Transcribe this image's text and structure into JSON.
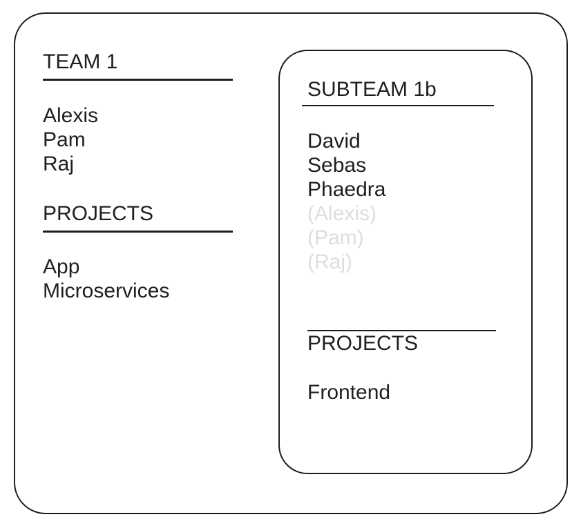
{
  "team_panel": {
    "team_heading": "TEAM 1",
    "members": [
      "Alexis",
      "Pam",
      "Raj"
    ],
    "projects_heading": "PROJECTS",
    "projects": [
      "App",
      "Microservices"
    ]
  },
  "subteam_panel": {
    "heading": "SUBTEAM 1b",
    "members": [
      "David",
      "Sebas",
      "Phaedra"
    ],
    "inherited_members": [
      "(Alexis)",
      "(Pam)",
      "(Raj)"
    ],
    "projects_heading": "PROJECTS",
    "projects": [
      "Frontend"
    ]
  },
  "colors": {
    "line_color": "#1d1d1d",
    "text_color": "#1f1f1f",
    "inherited_member_color": "#dedede",
    "background": "#ffffff"
  }
}
